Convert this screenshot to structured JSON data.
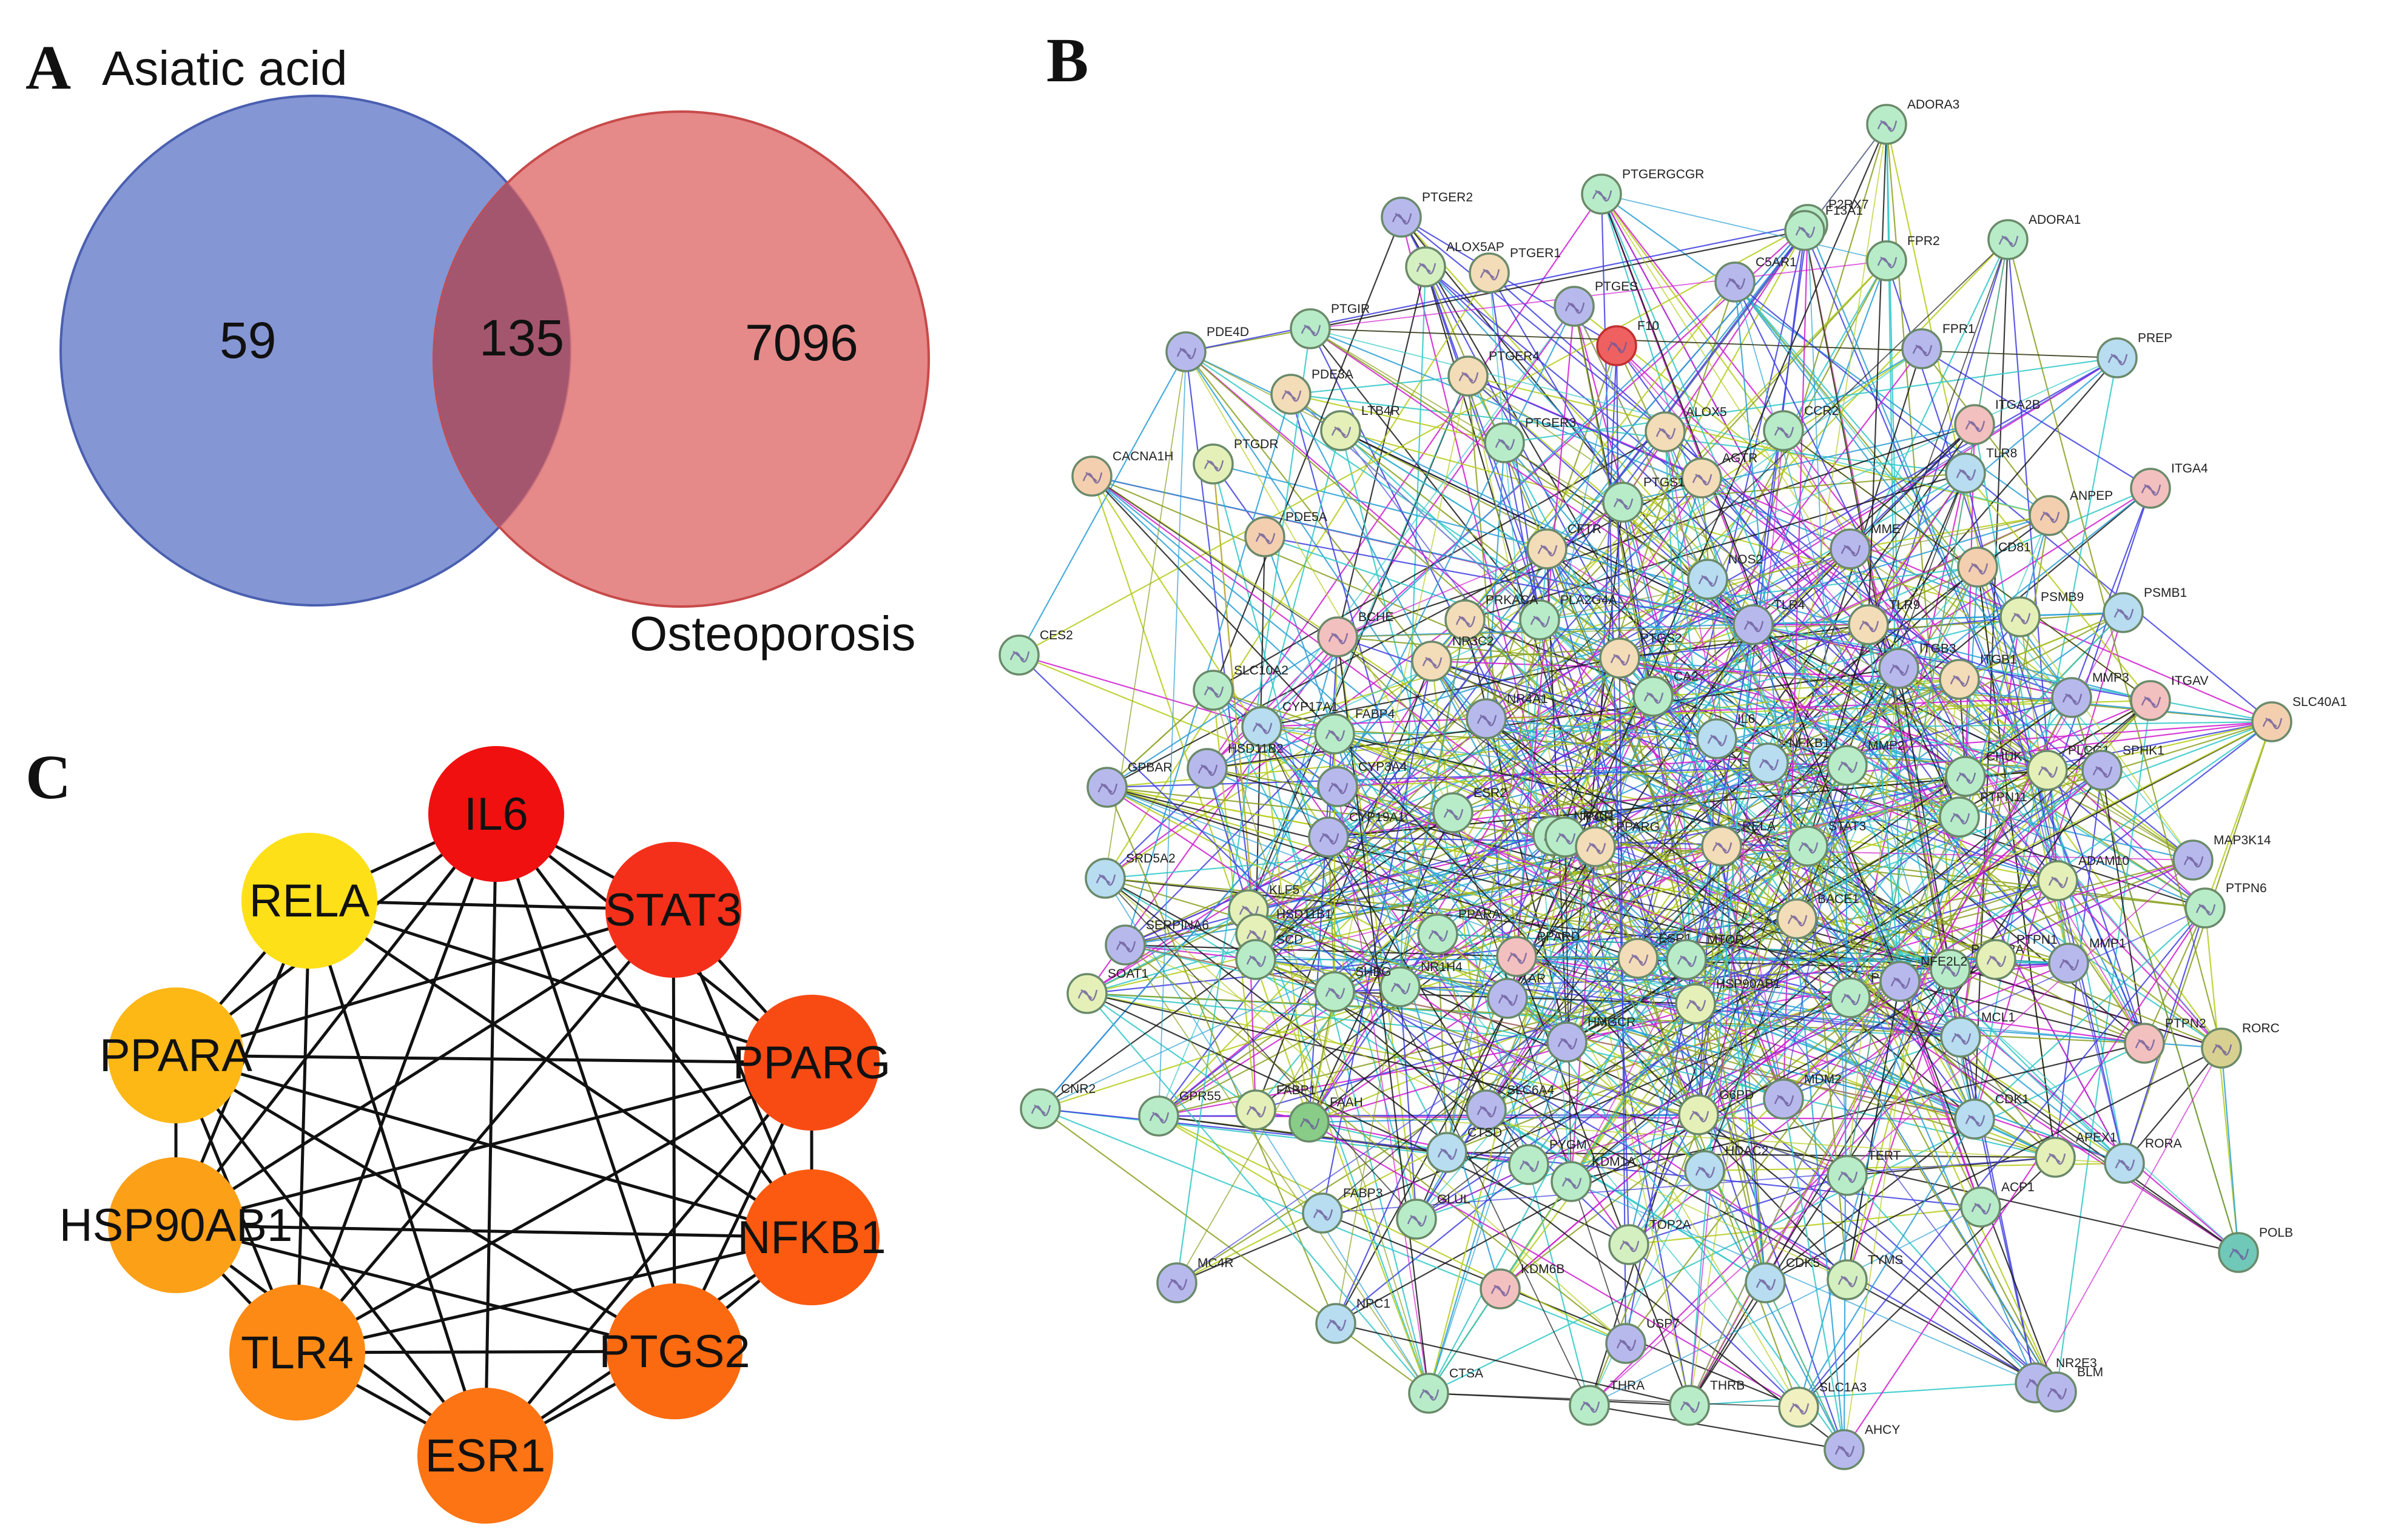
{
  "panels": {
    "a": "A",
    "b": "B",
    "c": "C"
  },
  "venn": {
    "set_left": "Asiatic acid",
    "set_right": "Osteoporosis",
    "left_only": "59",
    "intersection": "135",
    "right_only": "7096",
    "colors": {
      "left": "#6f84cc",
      "right": "#e07474",
      "overlap": "#a5566f"
    }
  },
  "hub_network": {
    "nodes": [
      {
        "label": "IL6",
        "color": "#f01010"
      },
      {
        "label": "STAT3",
        "color": "#f5301a"
      },
      {
        "label": "PPARG",
        "color": "#f84b14"
      },
      {
        "label": "NFKB1",
        "color": "#fb5a10"
      },
      {
        "label": "PTGS2",
        "color": "#fb6a10"
      },
      {
        "label": "ESR1",
        "color": "#fc7414"
      },
      {
        "label": "TLR4",
        "color": "#fc8a14"
      },
      {
        "label": "HSP90AB1",
        "color": "#fca018"
      },
      {
        "label": "PPARA",
        "color": "#fdb816"
      },
      {
        "label": "RELA",
        "color": "#fde018"
      }
    ]
  },
  "ppi_network": {
    "nodes": [
      {
        "label": "ADORA3",
        "color": "#b8ecc8"
      },
      {
        "label": "PTGERGCGR",
        "color": "#b8ecc8"
      },
      {
        "label": "PTGER2",
        "color": "#b7b9ec"
      },
      {
        "label": "P2RX7",
        "color": "#b8ecc8"
      },
      {
        "label": "F13A1",
        "color": "#b8ecc8"
      },
      {
        "label": "ADORA1",
        "color": "#b8ecc8"
      },
      {
        "label": "ALOX5AP",
        "color": "#d4f0c0"
      },
      {
        "label": "PTGER1",
        "color": "#f3dcb8"
      },
      {
        "label": "FPR2",
        "color": "#b8ecc8"
      },
      {
        "label": "PTGES",
        "color": "#b7b9ec"
      },
      {
        "label": "C5AR1",
        "color": "#b7b9ec"
      },
      {
        "label": "PTGIR",
        "color": "#b8ecc8"
      },
      {
        "label": "F10",
        "color": "#ef6060"
      },
      {
        "label": "FPR1",
        "color": "#b7b9ec"
      },
      {
        "label": "PDE4D",
        "color": "#b7b9ec"
      },
      {
        "label": "PDE3A",
        "color": "#f3dcb8"
      },
      {
        "label": "PTGER4",
        "color": "#f3dcb8"
      },
      {
        "label": "PREP",
        "color": "#b8dcf0"
      },
      {
        "label": "LTB4R",
        "color": "#e4f0b8"
      },
      {
        "label": "PTGER3",
        "color": "#b8ecc8"
      },
      {
        "label": "ALOX5",
        "color": "#f3dcb8"
      },
      {
        "label": "CCR2",
        "color": "#b8ecc8"
      },
      {
        "label": "ITGA2B",
        "color": "#f3c0c0"
      },
      {
        "label": "CACNA1H",
        "color": "#f3cfb0"
      },
      {
        "label": "PTGDR",
        "color": "#e4f0b8"
      },
      {
        "label": "AGTR",
        "color": "#f3dcb8"
      },
      {
        "label": "TLR8",
        "color": "#b8dcf0"
      },
      {
        "label": "ITGA4",
        "color": "#f3c0c0"
      },
      {
        "label": "PTGS1",
        "color": "#b8ecc8"
      },
      {
        "label": "ANPEP",
        "color": "#f3cfb0"
      },
      {
        "label": "PDE5A",
        "color": "#f3cfb0"
      },
      {
        "label": "CFTR",
        "color": "#f3dcb8"
      },
      {
        "label": "MME",
        "color": "#b7b9ec"
      },
      {
        "label": "CD81",
        "color": "#f3cfb0"
      },
      {
        "label": "NOS2",
        "color": "#b8dcf0"
      },
      {
        "label": "PLA2G4A",
        "color": "#b8ecc8"
      },
      {
        "label": "PRKACA",
        "color": "#f3dcb8"
      },
      {
        "label": "PSMB9",
        "color": "#e4f0b8"
      },
      {
        "label": "PSMB1",
        "color": "#b8dcf0"
      },
      {
        "label": "CES2",
        "color": "#b8ecc8"
      },
      {
        "label": "BCHE",
        "color": "#f3c0c0"
      },
      {
        "label": "NR3C2",
        "color": "#f3dcb8"
      },
      {
        "label": "TLR4",
        "color": "#b7b9ec"
      },
      {
        "label": "TLR9",
        "color": "#f3dcb8"
      },
      {
        "label": "ITGB3",
        "color": "#b7b9ec"
      },
      {
        "label": "ITGB1",
        "color": "#f3dcb8"
      },
      {
        "label": "MMP3",
        "color": "#b7b9ec"
      },
      {
        "label": "ITGAV",
        "color": "#f3c0c0"
      },
      {
        "label": "PTGS2",
        "color": "#f3dcb8"
      },
      {
        "label": "CA2",
        "color": "#b8ecc8"
      },
      {
        "label": "SLC10A2",
        "color": "#b8ecc8"
      },
      {
        "label": "CYP17A1",
        "color": "#b8dcf0"
      },
      {
        "label": "FABP4",
        "color": "#b8ecc8"
      },
      {
        "label": "NR4A1",
        "color": "#b7b9ec"
      },
      {
        "label": "IL6",
        "color": "#b8dcf0"
      },
      {
        "label": "NFKB1",
        "color": "#b8dcf0"
      },
      {
        "label": "MMP2",
        "color": "#b8ecc8"
      },
      {
        "label": "SLC40A1",
        "color": "#f3cfb0"
      },
      {
        "label": "GPBAR",
        "color": "#b7b9ec"
      },
      {
        "label": "HSD11B2",
        "color": "#b7b9ec"
      },
      {
        "label": "CYP3A4",
        "color": "#b7b9ec"
      },
      {
        "label": "CHUK",
        "color": "#b8ecc8"
      },
      {
        "label": "PLCG1",
        "color": "#e4f0b8"
      },
      {
        "label": "SPHK1",
        "color": "#b7b9ec"
      },
      {
        "label": "ESR2",
        "color": "#b8ecc8"
      },
      {
        "label": "PTPN11",
        "color": "#b8ecc8"
      },
      {
        "label": "SRD5A2",
        "color": "#b8dcf0"
      },
      {
        "label": "CYP19A1",
        "color": "#b7b9ec"
      },
      {
        "label": "NR3C1",
        "color": "#b8ecc8"
      },
      {
        "label": "PGR",
        "color": "#b8ecc8"
      },
      {
        "label": "PPARG",
        "color": "#f3dcb8"
      },
      {
        "label": "RELA",
        "color": "#f3dcb8"
      },
      {
        "label": "STAT3",
        "color": "#b8ecc8"
      },
      {
        "label": "MAP3K14",
        "color": "#b7b9ec"
      },
      {
        "label": "KLF5",
        "color": "#e4f0b8"
      },
      {
        "label": "ADAM10",
        "color": "#e4f0b8"
      },
      {
        "label": "PTPN6",
        "color": "#b8ecc8"
      },
      {
        "label": "SERPINA6",
        "color": "#b7b9ec"
      },
      {
        "label": "HSD11B1",
        "color": "#e4f0b8"
      },
      {
        "label": "BACE1",
        "color": "#f3dcb8"
      },
      {
        "label": "SCD",
        "color": "#b8ecc8"
      },
      {
        "label": "PPARA",
        "color": "#b8ecc8"
      },
      {
        "label": "SOAT1",
        "color": "#e4f0b8"
      },
      {
        "label": "PPARD",
        "color": "#f3c0c0"
      },
      {
        "label": "ESR1",
        "color": "#f3dcb8"
      },
      {
        "label": "MTOR",
        "color": "#b8ecc8"
      },
      {
        "label": "PDGFRA",
        "color": "#b8ecc8"
      },
      {
        "label": "PTPN1",
        "color": "#e4f0b8"
      },
      {
        "label": "MMP1",
        "color": "#b7b9ec"
      },
      {
        "label": "NR1H4",
        "color": "#b8ecc8"
      },
      {
        "label": "AR",
        "color": "#b7b9ec"
      },
      {
        "label": "HSP90AB1",
        "color": "#e4f0b8"
      },
      {
        "label": "PIK",
        "color": "#b8ecc8"
      },
      {
        "label": "NFE2L2",
        "color": "#b7b9ec"
      },
      {
        "label": "SHBG",
        "color": "#b8ecc8"
      },
      {
        "label": "MCL1",
        "color": "#b8dcf0"
      },
      {
        "label": "PTPN2",
        "color": "#f3c0c0"
      },
      {
        "label": "RORC",
        "color": "#d8d090"
      },
      {
        "label": "HMGCR",
        "color": "#b7b9ec"
      },
      {
        "label": "CNR2",
        "color": "#b8ecc8"
      },
      {
        "label": "GPR55",
        "color": "#b8ecc8"
      },
      {
        "label": "FABP1",
        "color": "#e4f0b8"
      },
      {
        "label": "SLC6A4",
        "color": "#b7b9ec"
      },
      {
        "label": "G6PD",
        "color": "#e4f0b8"
      },
      {
        "label": "MDM2",
        "color": "#b7b9ec"
      },
      {
        "label": "CDK1",
        "color": "#b8dcf0"
      },
      {
        "label": "FAAH",
        "color": "#88cc88"
      },
      {
        "label": "APEX1",
        "color": "#e4f0b8"
      },
      {
        "label": "RORA",
        "color": "#b8dcf0"
      },
      {
        "label": "CTSD",
        "color": "#b8dcf0"
      },
      {
        "label": "PYGM",
        "color": "#b8ecc8"
      },
      {
        "label": "KDM1A",
        "color": "#b8ecc8"
      },
      {
        "label": "HDAC2",
        "color": "#b8dcf0"
      },
      {
        "label": "TERT",
        "color": "#b8ecc8"
      },
      {
        "label": "ACP1",
        "color": "#b8ecc8"
      },
      {
        "label": "FABP3",
        "color": "#b8dcf0"
      },
      {
        "label": "GLUL",
        "color": "#b8ecc8"
      },
      {
        "label": "TOP2A",
        "color": "#d4f0c0"
      },
      {
        "label": "POLB",
        "color": "#70c8b8"
      },
      {
        "label": "MC4R",
        "color": "#b7b9ec"
      },
      {
        "label": "KDM6B",
        "color": "#f3c0c0"
      },
      {
        "label": "CDK5",
        "color": "#b8dcf0"
      },
      {
        "label": "TYMS",
        "color": "#d4f0c0"
      },
      {
        "label": "NPC1",
        "color": "#b8dcf0"
      },
      {
        "label": "USP7",
        "color": "#b7b9ec"
      },
      {
        "label": "NR2E3",
        "color": "#b7b9ec"
      },
      {
        "label": "BLM",
        "color": "#b7b9ec"
      },
      {
        "label": "CTSA",
        "color": "#b8ecc8"
      },
      {
        "label": "THRA",
        "color": "#b8ecc8"
      },
      {
        "label": "THRB",
        "color": "#b8ecc8"
      },
      {
        "label": "SLC1A3",
        "color": "#f0f0c0"
      },
      {
        "label": "AHCY",
        "color": "#b7b9ec"
      }
    ],
    "edge_colors": [
      "#1a1a1a",
      "#b5cc18",
      "#d01cd0",
      "#2a9fd6",
      "#4040e0",
      "#30c8c8",
      "#8aa020"
    ]
  }
}
